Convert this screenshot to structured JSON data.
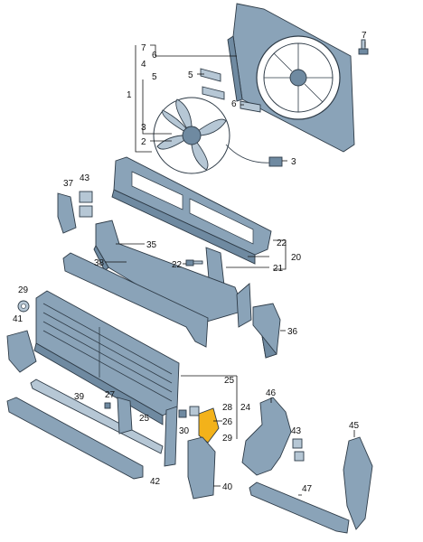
{
  "diagram": {
    "highlight_color": "#f3b21a",
    "part_color": "#8aa3b8",
    "callouts": {
      "n1": "1",
      "n2": "2",
      "n3": "3",
      "n3b": "3",
      "n4": "4",
      "n5": "5",
      "n5b": "5",
      "n6": "6",
      "n6b": "6",
      "n7": "7",
      "n7b": "7",
      "n20": "20",
      "n21": "21",
      "n22": "22",
      "n22b": "22",
      "n24": "24",
      "n25": "25",
      "n25b": "25",
      "n26": "26",
      "n27": "27",
      "n28": "28",
      "n29": "29",
      "n29b": "29",
      "n30": "30",
      "n35": "35",
      "n36": "36",
      "n37": "37",
      "n38": "38",
      "n39": "39",
      "n40": "40",
      "n41": "41",
      "n42": "42",
      "n43": "43",
      "n43b": "43",
      "n45": "45",
      "n46": "46",
      "n47": "47"
    }
  }
}
